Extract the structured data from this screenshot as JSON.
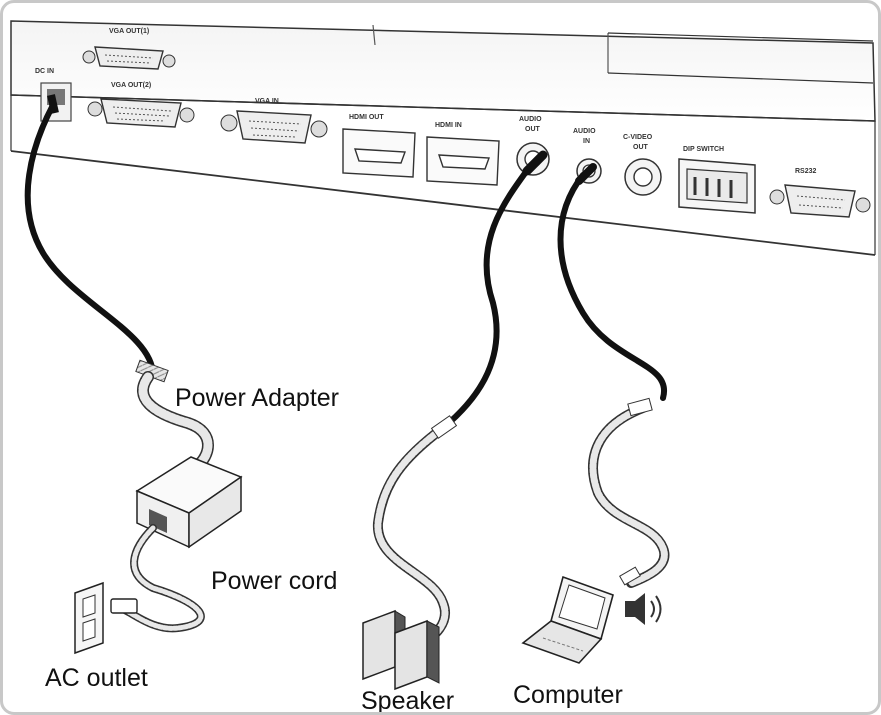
{
  "ports": {
    "dc_in": "DC IN",
    "vga_out_1": "VGA OUT(1)",
    "vga_out_2": "VGA OUT(2)",
    "vga_in": "VGA IN",
    "hdmi_out": "HDMI OUT",
    "hdmi_in": "HDMI IN",
    "audio_out_1": "AUDIO",
    "audio_out_2": "OUT",
    "audio_in_1": "AUDIO",
    "audio_in_2": "IN",
    "cvideo_out_1": "C-VIDEO",
    "cvideo_out_2": "OUT",
    "dip_switch": "DIP SWITCH",
    "rs232": "RS232"
  },
  "callouts": {
    "power_adapter": "Power Adapter",
    "power_cord": "Power cord",
    "ac_outlet": "AC outlet",
    "speaker": "Speaker",
    "computer": "Computer"
  },
  "colors": {
    "cable": "#111111",
    "sheath": "#d0d0d0",
    "line": "#333333"
  }
}
